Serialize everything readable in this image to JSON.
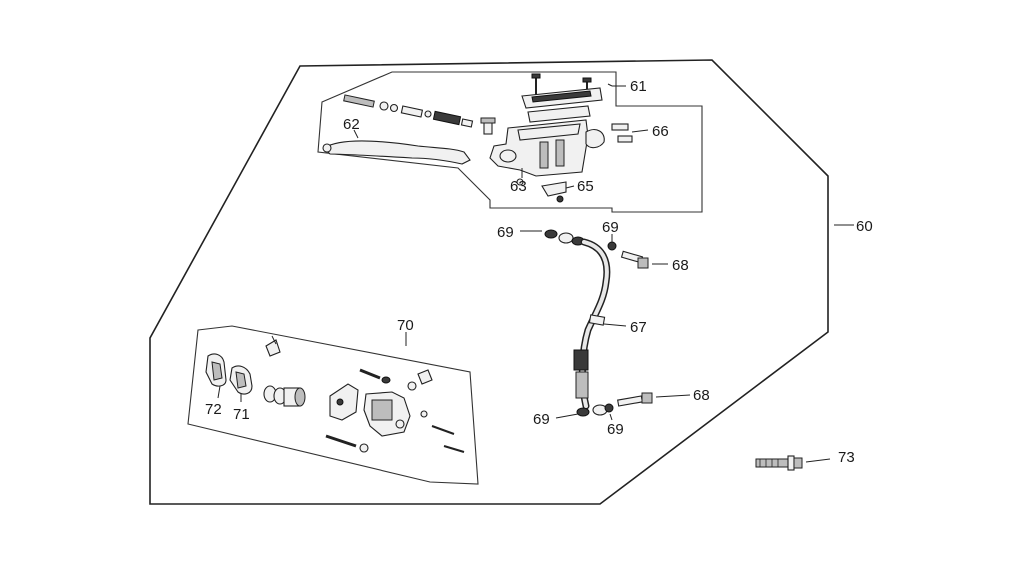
{
  "callouts": {
    "c60": "60",
    "c61": "61",
    "c62": "62",
    "c63": "63",
    "c65": "65",
    "c66": "66",
    "c67": "67",
    "c68a": "68",
    "c68b": "68",
    "c69a": "69",
    "c69b": "69",
    "c69c": "69",
    "c69d": "69",
    "c70": "70",
    "c71": "71",
    "c72": "72",
    "c73": "73"
  }
}
